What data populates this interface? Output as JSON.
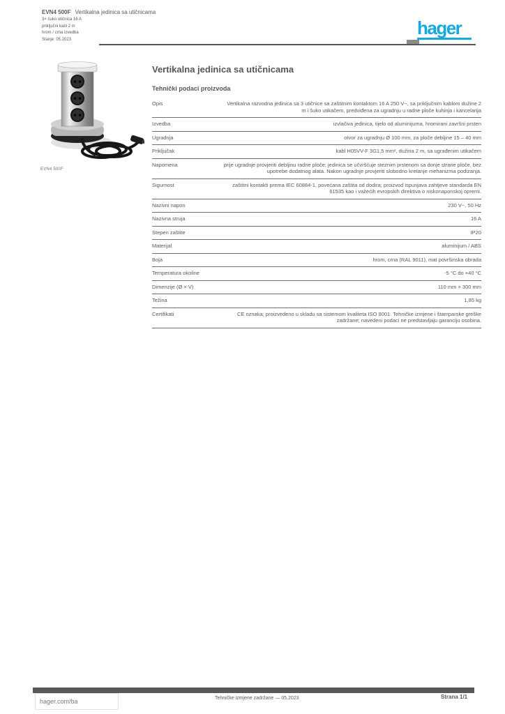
{
  "header": {
    "product_code": "EVN4 500F",
    "product_name": "Vertikalna jedinica sa utičnicama",
    "info_lines": [
      "3× šuko utičnica 16 A",
      "priključni kabl 2 m",
      "hrom / crna izvedba",
      "Stanje: 05.2023"
    ],
    "logo_text": "hager"
  },
  "product": {
    "caption": "EVN4 500F"
  },
  "main": {
    "title": "Vertikalna jedinica sa utičnicama",
    "section_heading": "Tehnički podaci proizvoda",
    "rows": [
      {
        "label": "Opis",
        "value": "Vertikalna razvodna jedinica sa 3 utičnice sa zaštitnim kontaktom 16 A 250 V~, sa priključnim kablom dužine 2 m i šuko utikačem, predviđena za ugradnju u radne ploče kuhinja i kancelarija"
      },
      {
        "label": "Izvedba",
        "value": "izvlačiva jedinica, tijelo od aluminijuma, hromirani završni prsten"
      },
      {
        "label": "Ugradnja",
        "value": "otvor za ugradnju Ø 100 mm, za ploče debljine 15 – 40 mm"
      },
      {
        "label": "Priključak",
        "value": "kabl H05VV-F 3G1,5 mm², dužina 2 m, sa ugrađenim utikačem"
      },
      {
        "label": "Napomena",
        "value": "prije ugradnje provjeriti debljinu radne ploče; jedinica se učvršćuje steznim prstenom sa donje strane ploče, bez upotrebe dodatnog alata. Nakon ugradnje provjeriti slobodno kretanje mehanizma podizanja."
      },
      {
        "label": "Sigurnost",
        "value": "zaštitni kontakti prema IEC 60884-1, povećana zaštita od dodira; proizvod ispunjava zahtjeve standarda EN 61535 kao i važećih evropskih direktiva o niskonaponskoj opremi."
      },
      {
        "label": "Nazivni napon",
        "value": "230 V~, 50 Hz"
      },
      {
        "label": "Nazivna struja",
        "value": "16 A"
      },
      {
        "label": "Stepen zaštite",
        "value": "IP20"
      },
      {
        "label": "Materijal",
        "value": "aluminijum / ABS"
      },
      {
        "label": "Boja",
        "value": "hrom, crna (RAL 9011), mat površinska obrada"
      },
      {
        "label": "Temperatura okoline",
        "value": "-5 °C do +40 °C"
      },
      {
        "label": "Dimenzije (Ø × V)",
        "value": "110 mm × 300 mm"
      },
      {
        "label": "Težina",
        "value": "1,85 kg"
      },
      {
        "label": "Certifikati",
        "value": "CE oznaka; proizvedeno u skladu sa sistemom kvaliteta ISO 9001. Tehničke izmjene i štamparske greške zadržane; navedeni podaci ne predstavljaju garanciju osobina."
      }
    ]
  },
  "footer": {
    "site": "hager.com/ba",
    "note": "Tehničke izmjene zadržane — 05.2023",
    "page": "Strana 1/1"
  },
  "colors": {
    "brand_blue": "#18a8e0",
    "text_gray": "#58585a"
  }
}
